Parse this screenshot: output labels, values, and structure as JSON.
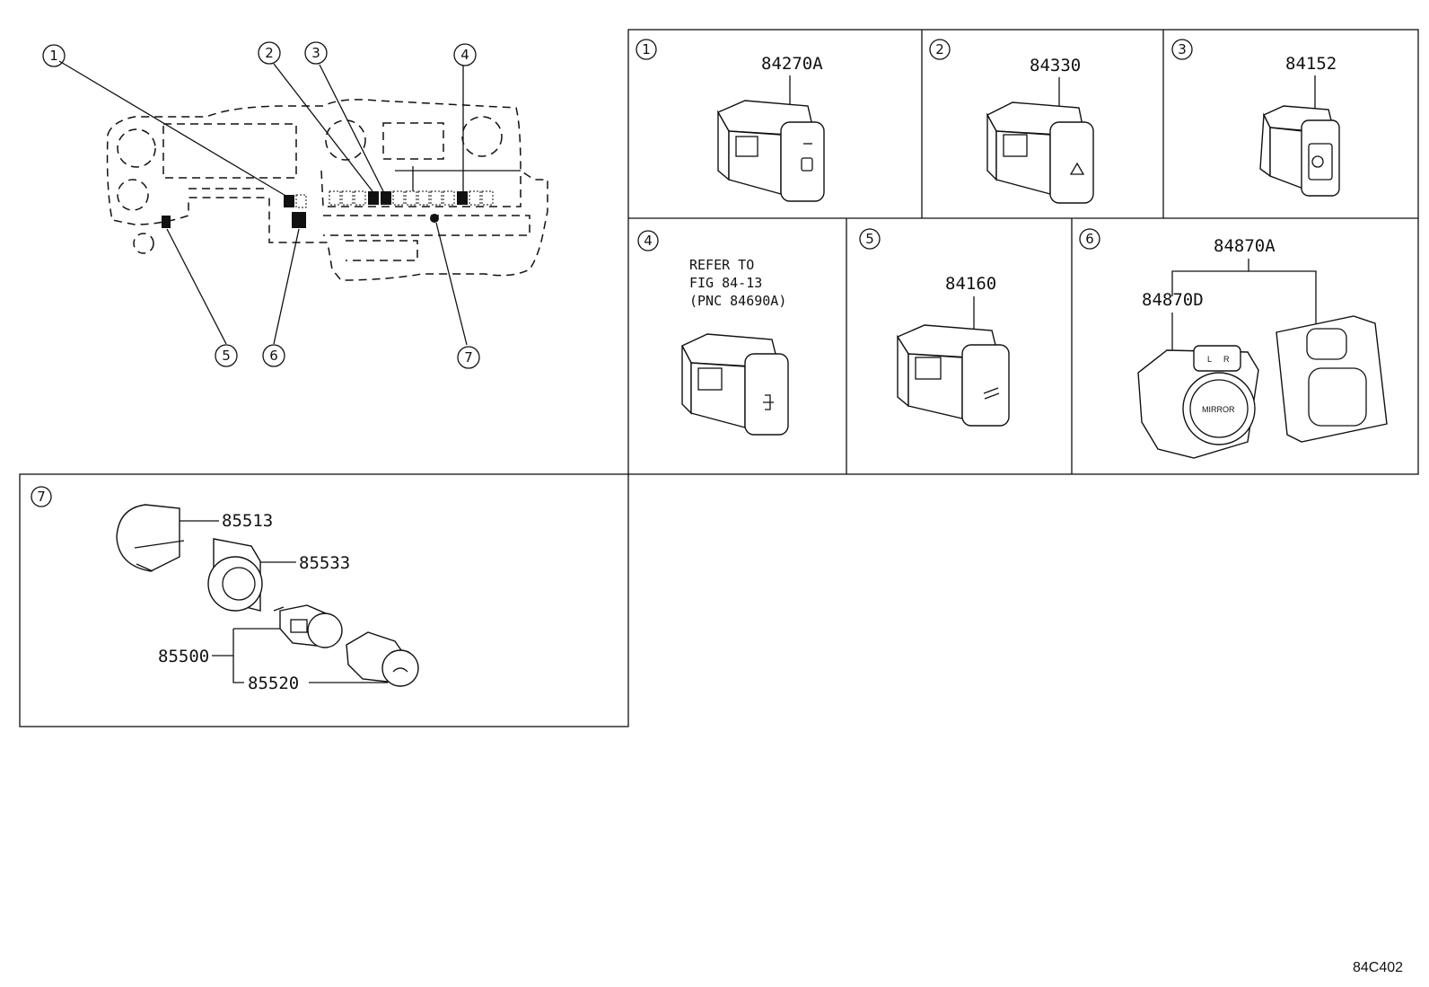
{
  "callouts": [
    "1",
    "2",
    "3",
    "4",
    "5",
    "6",
    "7"
  ],
  "panels": {
    "p1": {
      "num": "1",
      "part": "84270A"
    },
    "p2": {
      "num": "2",
      "part": "84330"
    },
    "p3": {
      "num": "3",
      "part": "84152"
    },
    "p4": {
      "num": "4",
      "ref_lines": [
        "REFER TO",
        "FIG 84-13",
        "(PNC 84690A)"
      ]
    },
    "p5": {
      "num": "5",
      "part": "84160"
    },
    "p6": {
      "num": "6",
      "part_main": "84870A",
      "part_sub": "84870D",
      "mirror_label": "MIRROR",
      "l_label": "L",
      "r_label": "R"
    },
    "p7": {
      "num": "7",
      "parts": [
        "85513",
        "85533",
        "85500",
        "85520"
      ]
    }
  },
  "figure_code": "84C402",
  "colors": {
    "line": "#111111",
    "background": "#ffffff"
  }
}
